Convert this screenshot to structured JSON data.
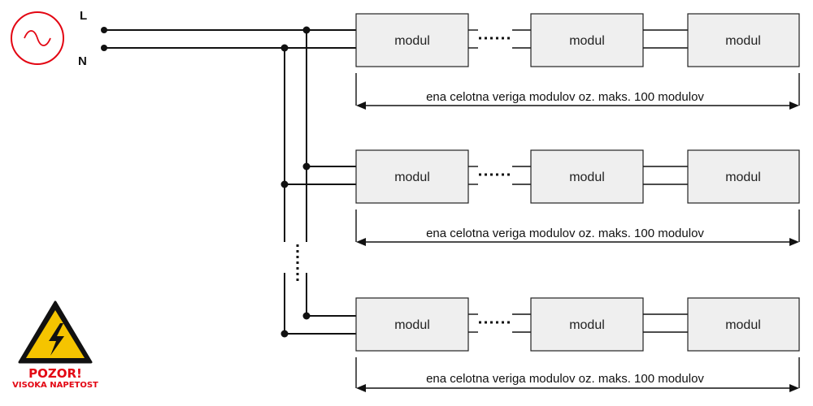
{
  "terminals": {
    "line": "L",
    "neutral": "N"
  },
  "ac_source": {
    "icon": "ac-sine-icon",
    "color": "#e30613"
  },
  "module_label": "modul",
  "chains": [
    {
      "modules": [
        "modul",
        "modul",
        "modul"
      ],
      "span_label": "ena celotna veriga modulov oz. maks. 100 modulov"
    },
    {
      "modules": [
        "modul",
        "modul",
        "modul"
      ],
      "span_label": "ena celotna veriga modulov oz. maks. 100 modulov"
    },
    {
      "modules": [
        "modul",
        "modul",
        "modul"
      ],
      "span_label": "ena celotna veriga modulov oz. maks. 100 modulov"
    }
  ],
  "warning": {
    "icon": "high-voltage-warning-icon",
    "title": "POZOR!",
    "subtitle": "VISOKA NAPETOST",
    "colors": {
      "triangle": "#f5c400",
      "border": "#111111",
      "text": "#e30613"
    }
  }
}
